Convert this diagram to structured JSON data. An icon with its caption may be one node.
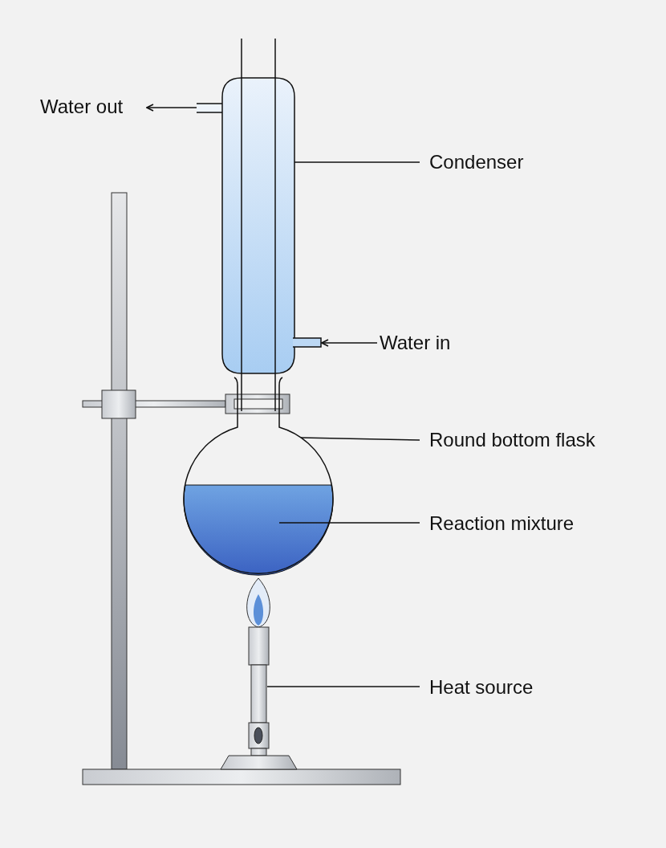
{
  "diagram": {
    "nodes": [
      {
        "text": [
          "Water out"
        ]
      },
      {
        "text": [],
        "shape": "tube"
      },
      {
        "text": [
          "Condenser"
        ]
      },
      {
        "text": [],
        "shape": "tube"
      },
      {
        "text": [
          "Water in"
        ]
      },
      {
        "text": [],
        "shape": "tube"
      },
      {
        "text": [
          "Round bottom flask"
        ]
      },
      {
        "text": [],
        "shape": "flask"
      },
      {
        "text": [
          "Reaction mixture"
        ]
      },
      {
        "text": [],
        "shape": "liquid",
        "in": 7
      },
      {
        "text": [
          "Heat source"
        ]
      },
      {
        "text": [],
        "shape": "burner"
      }
    ],
    "edges": [
      {
        "from": 1,
        "to": 0,
        "arrow": "to"
      },
      {
        "from": 2,
        "to": 3,
        "arrow": "none"
      },
      {
        "from": 4,
        "to": 5,
        "arrow": "to"
      },
      {
        "from": 6,
        "to": 7,
        "arrow": "none"
      },
      {
        "from": 8,
        "to": 9,
        "arrow": "none"
      },
      {
        "from": 10,
        "to": 11,
        "arrow": "none"
      }
    ]
  }
}
